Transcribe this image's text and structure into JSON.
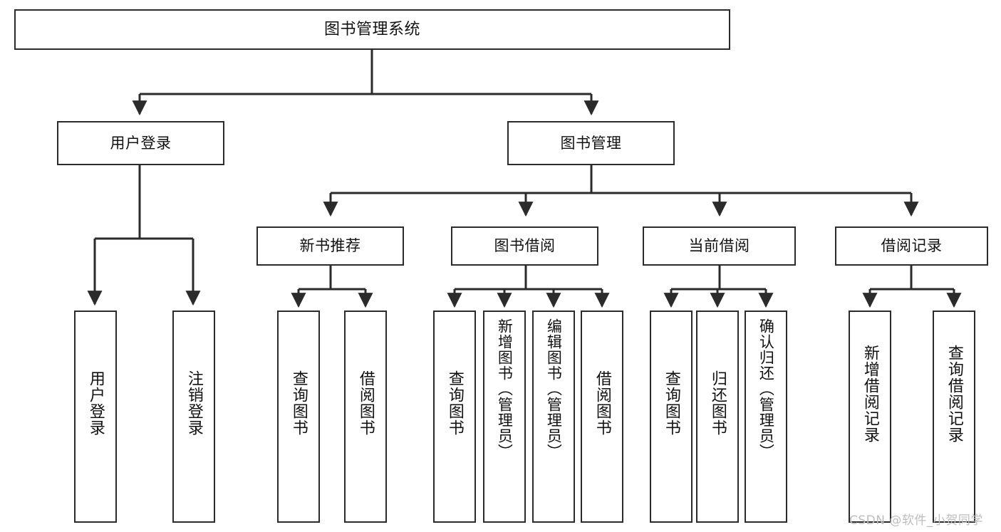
{
  "diagram": {
    "title": "图书管理系统",
    "type": "tree",
    "watermark": "CSDN @软件_小贺同学",
    "colors": {
      "border": "#2b2b2b",
      "background": "#ffffff",
      "text": "#111111",
      "connector": "#2b2b2b",
      "watermark": "#bdbdbd"
    },
    "nodes": {
      "root": {
        "label": "图书管理系统"
      },
      "level2": [
        {
          "label": "用户登录"
        },
        {
          "label": "图书管理"
        }
      ],
      "level3": [
        {
          "label": "新书推荐"
        },
        {
          "label": "图书借阅"
        },
        {
          "label": "当前借阅"
        },
        {
          "label": "借阅记录"
        }
      ],
      "leaves_user_login": [
        {
          "label": "用户登录"
        },
        {
          "label": "注销登录"
        }
      ],
      "leaves_new_book": [
        {
          "label": "查询图书"
        },
        {
          "label": "借阅图书"
        }
      ],
      "leaves_borrow": [
        {
          "label": "查询图书"
        },
        {
          "label": "新增图书（管理员）"
        },
        {
          "label": "编辑图书（管理员）"
        },
        {
          "label": "借阅图书"
        }
      ],
      "leaves_current": [
        {
          "label": "查询图书"
        },
        {
          "label": "归还图书"
        },
        {
          "label": "确认归还（管理员）"
        }
      ],
      "leaves_record": [
        {
          "label": "新增借阅记录"
        },
        {
          "label": "查询借阅记录"
        }
      ]
    }
  }
}
